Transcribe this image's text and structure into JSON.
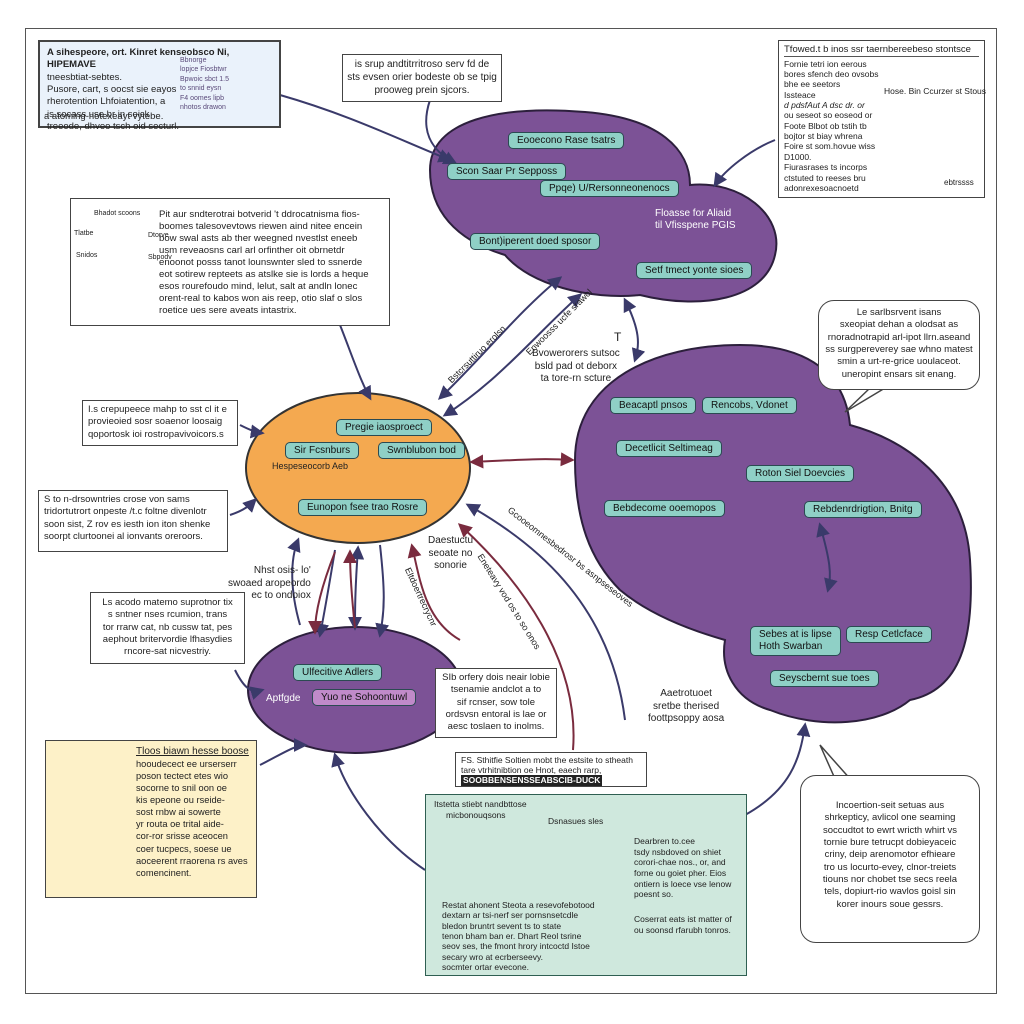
{
  "colors": {
    "purple_blob": "#7c5296",
    "orange_blob": "#f4a950",
    "node_teal": "#8fd0c6",
    "panel_teal": "#cfe8dd",
    "panel_tan": "#fdf1c8",
    "arrow_dark": "#3a3a6a",
    "arrow_red": "#7a2b3e"
  },
  "panels": {
    "top_left": {
      "lines": [
        "A sihespeore, ort. Kinret kenseobsco Ni, HIPEMAVE",
        "tneesbtiat-sebtes.",
        "Pusore, cart, s oocst sie eayos",
        "rherotention Lhfoiatention, a",
        "is socass use br in seick",
        "treeode, dhveo tsch oid secturl.",
        "a atoming-notexeayt vytebe."
      ],
      "screen_lines": [
        "Bbnorge",
        "lopjce Fiosbtwr",
        "Bpwoic sbct 1.5",
        "to snnid eysn",
        "F4 oomes lipb",
        "nhotos drawon"
      ]
    },
    "top_center": {
      "lines": [
        "is srup andtitrritroso serv fd de",
        "sts evsen orier bodeste ob se tpig",
        "prooweg prein sjcors."
      ]
    },
    "top_right": {
      "title": "Tfowed.t b inos ssr taernbereebeso stontsce",
      "left_lines": [
        "Fornie tetri ion eerous",
        "bores sfench deo ovsobs",
        "bhe ee seetors",
        "Issteace",
        "d pdsfAut A dsc dr. or",
        "ou seseot so eoseod or",
        "Foote Blbot ob tstih tb",
        "bojtor st biay whrena",
        "Foire st som.hovue wiss",
        "D1000.",
        "Fiurasrases ts incorps",
        "ctstuted to reeses bru",
        "adonrexesoacnoetd"
      ],
      "chart_title": "Hose. Bin Ccurzer st Stous",
      "chart_caption": "ebtrssss"
    },
    "mid_left": {
      "lines": [
        "Pit aur sndterotrai botverid 't ddrocatnisma fios-",
        "boomes talesovevtows riewen  aind nitee  encein",
        "bow swal asts ab ther weegned  nvestlst  eneeb",
        "usm  reveaosns carl arl orfinther oit obrnetdr",
        "enoonot posss tanot  lounswnter sled  to ssnerde",
        "eot  sotirew  repteets  as atslke sie is lords a heque",
        "esos rourefoudo mind, lelut,  salt  at andln  lonec",
        "orent-real to kabos  won ais reep, otio slaf o slos",
        "roetice ues sere aveats intastrix."
      ],
      "gauge_labels": [
        "Bhadot scoons",
        "Tlatbe",
        "Dtorve",
        "Snidos",
        "Sbpodv"
      ]
    },
    "left_a": {
      "lines": [
        "I.s  crepupeece mahp to sst cl it e",
        "provieoied sosr soaenor loosaig",
        "qoportosk ioi rostropavivoicors.s"
      ]
    },
    "left_b": {
      "lines": [
        "S to n-drsowntries crose von sams",
        "tridortutrort onpeste /t.c foltne divenlotr",
        "soon sist, Z rov es iesth ion iton shenke",
        "soorpt clurtoonei al ionvants oreroors."
      ]
    },
    "left_c": {
      "lines": [
        "Ls acodo matemo suprotnor tix",
        "s sntner  nses rcumion,  trans",
        "tor rrarw cat, nb cussw  tat, pes",
        "aephout britervordie lfhasydies",
        "rncore-sat nicvestriy."
      ]
    },
    "bottom_left": {
      "title": "Tloos biawn hesse boose",
      "lines": [
        "hooudecect ee urserserr",
        "poson  tectect etes wio",
        "socorne to snil oon oe",
        "kis    epeone  ou rseide-",
        "sost  rnbw   ai  sowerte",
        "yr routa   oe  trital  aide-",
        "cor-ror  srisse  aceocen",
        "coer tucpecs,  soese  ue",
        "aoceerent  rraorena  rs aves",
        "comencinent."
      ]
    },
    "bottom_center_note": {
      "lines": [
        "SIb orfery dois neair lobie",
        "tsenamie andclot a to",
        "sif rcnser,  sow tole",
        "ordsvsn entoral is lae or",
        "aesc toslaen to inolms."
      ]
    },
    "bottom_center_caption": {
      "lines": [
        "FS. Sthitfie Soltien mobt the estsite to stheath",
        "tare vtrhitnibtion oe Hnot,  eaech rarp,",
        "SOOBBENSENSSEABSCIB-DUCK"
      ]
    },
    "bottom_teal": {
      "title": "Itstetta stiebt nandbttose",
      "subtitle": "micbonouqsons",
      "diagram_label": "Dsnasues sles",
      "right_lines_a": [
        "Dearbren to.cee",
        "tsdy nsbdoved on shiet",
        "corori-chae nos., or, and",
        "forne ou goiet pher. Eios",
        "ontiern is loece vse lenow",
        "poesnt so."
      ],
      "right_lines_b": [
        "Coserrat eats ist matter of",
        "ou soonsd rfarubh tonros."
      ],
      "bottom_lines": [
        "Restat  ahonent Steota  a resevofebotood",
        "dextarn ar tsi-nerf ser pornsnsetcdle",
        "bledon bruntrt sevent ts to state",
        "tenon bham ban er. Dhart Reol tsrine",
        "seov ses, the fmont hrory intcoctd Istoe",
        "secary wro at ecrberseevy.",
        "socmter  ortar evecone."
      ]
    },
    "right_bubble_top": {
      "lines": [
        "Le  sarlbsrvent isans",
        "sxeopiat dehan a olodsat as",
        "rnoradnotrapid arl-ipot llrn.aseand",
        "ss surgpereverey  sae whno  matest",
        "smin a urt-re-grice uoulaceot.",
        "uneropint ensars sit enang."
      ]
    },
    "right_bubble_bottom": {
      "lines": [
        "Incoertion-seit setuas aus",
        "shrkepticy, avlicol one seaming",
        "soccudtot to ewrt wricth whirt vs",
        "tornie bure tetrucpt dobieyaceic",
        "criny, deip arenomotor efhieare",
        "tro us locurto-evey, clnor-treiets",
        "tiouns nor chobet tse secs reela",
        "tels, dopiurt-rio wavlos goisl sin",
        "korer inours soue gessrs."
      ]
    }
  },
  "nodes": {
    "top_blob": [
      "Eooecono Rase tsatrs",
      "Scon Saar Pr Sepposs",
      "Ppqe) U/Rersonneonenocs",
      "Bont)iperent doed sposor",
      "Floasse for Aliaid",
      "til Vfisspene PGIS",
      "Setf tmect yonte sioes"
    ],
    "orange_blob": [
      "Pregie iaosproect",
      "Sir Fcsnburs",
      "Swnblubon bod",
      "Hespeseocorb Aeb",
      "Eunopon fsee trao Rosre"
    ],
    "right_blob": [
      "Beacaptl pnsos",
      "Rencobs, Vdonet",
      "Decetlicit Seltimeag",
      "Roton Siel Doevcies",
      "Bebdecome ooemopos",
      "Rebdenrdrigtion, Bnitg",
      "Sebes at is lipse",
      "Hoth Swarban",
      "Resp Cetlcface",
      "Seyscbernt sue toes"
    ],
    "bottom_blob": [
      "Ulfecitive Adlers",
      "Aptfgde",
      "Yuo ne Sohoontuwl"
    ]
  },
  "edge_labels": {
    "e1": "Bstcrsuttiruo erolsn",
    "e2": "Enwoosss ucfe srawol",
    "e3": [
      "Bvowerorers sutsoc",
      "bsld pad ot deborx",
      "ta tore-rn scture"
    ],
    "e4": [
      "Nhst osis- lo'",
      "swoaed aropeordo",
      "ec to ondoiox"
    ],
    "e5": [
      "Daestuctu",
      "seoate no",
      "sonorie"
    ],
    "e6": "Eltdoertrecrycnr",
    "e7": "Eneteavy vod os to so onos",
    "e8": "Gcooeomnesbedrosr bs asnpseseoves",
    "e9": [
      "Aaetrotuoet",
      "sretbe therised",
      "foottpsoppy aosa"
    ],
    "e10": "T"
  }
}
